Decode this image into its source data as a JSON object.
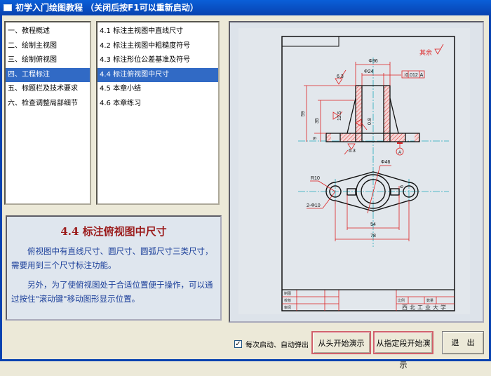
{
  "window": {
    "title": "初学入门绘图教程 （关闭后按F1可以重新启动）"
  },
  "chapters": [
    "一、教程概述",
    "二、绘制主视图",
    "三、绘制俯视图",
    "四、工程标注",
    "五、标题栏及技术要求",
    "六、检查调整局部细节"
  ],
  "selected_chapter": 3,
  "sections": [
    "4.1 标注主视图中直线尺寸",
    "4.2 标注主视图中粗糙度符号",
    "4.3 标注形位公差基准及符号",
    "4.4 标注俯视图中尺寸",
    "4.5 本章小结",
    "4.6 本章练习"
  ],
  "selected_section": 3,
  "info": {
    "title": "4.4 标注俯视图中尺寸",
    "p1": "俯视图中有直线尺寸、圆尺寸、圆弧尺寸三类尺寸，需要用到三个尺寸标注功能。",
    "p2": "另外，为了使俯视图处于合适位置便于操作，可以通过按住\"滚动键\"移动图形显示位置。"
  },
  "drawing": {
    "rest": "其余",
    "d36": "Φ36",
    "d24": "Φ24",
    "tol_sym": "⊥",
    "tol_val": "0.012",
    "tol_ref": "A",
    "r63a": "6.3",
    "r125": "12.5",
    "r08": "0.8",
    "r63b": "6.3",
    "dim59": "59",
    "dim35": "35",
    "dim9": "9",
    "datum": "A",
    "d46": "Φ46",
    "r10": "R10",
    "holes": "2-Φ10",
    "dim6": "6",
    "dim54": "54",
    "dim78": "78",
    "tb": {
      "draw": "制图",
      "check": "校核",
      "review": "审阅",
      "scale": "比例",
      "qty": "数量",
      "school": "西北工业大学"
    }
  },
  "controls": {
    "auto_popup": "每次启动、自动弹出",
    "auto_popup_checked": true,
    "start_begin": "从头开始演示",
    "start_from": "从指定段开始演示",
    "exit": "退　出"
  }
}
